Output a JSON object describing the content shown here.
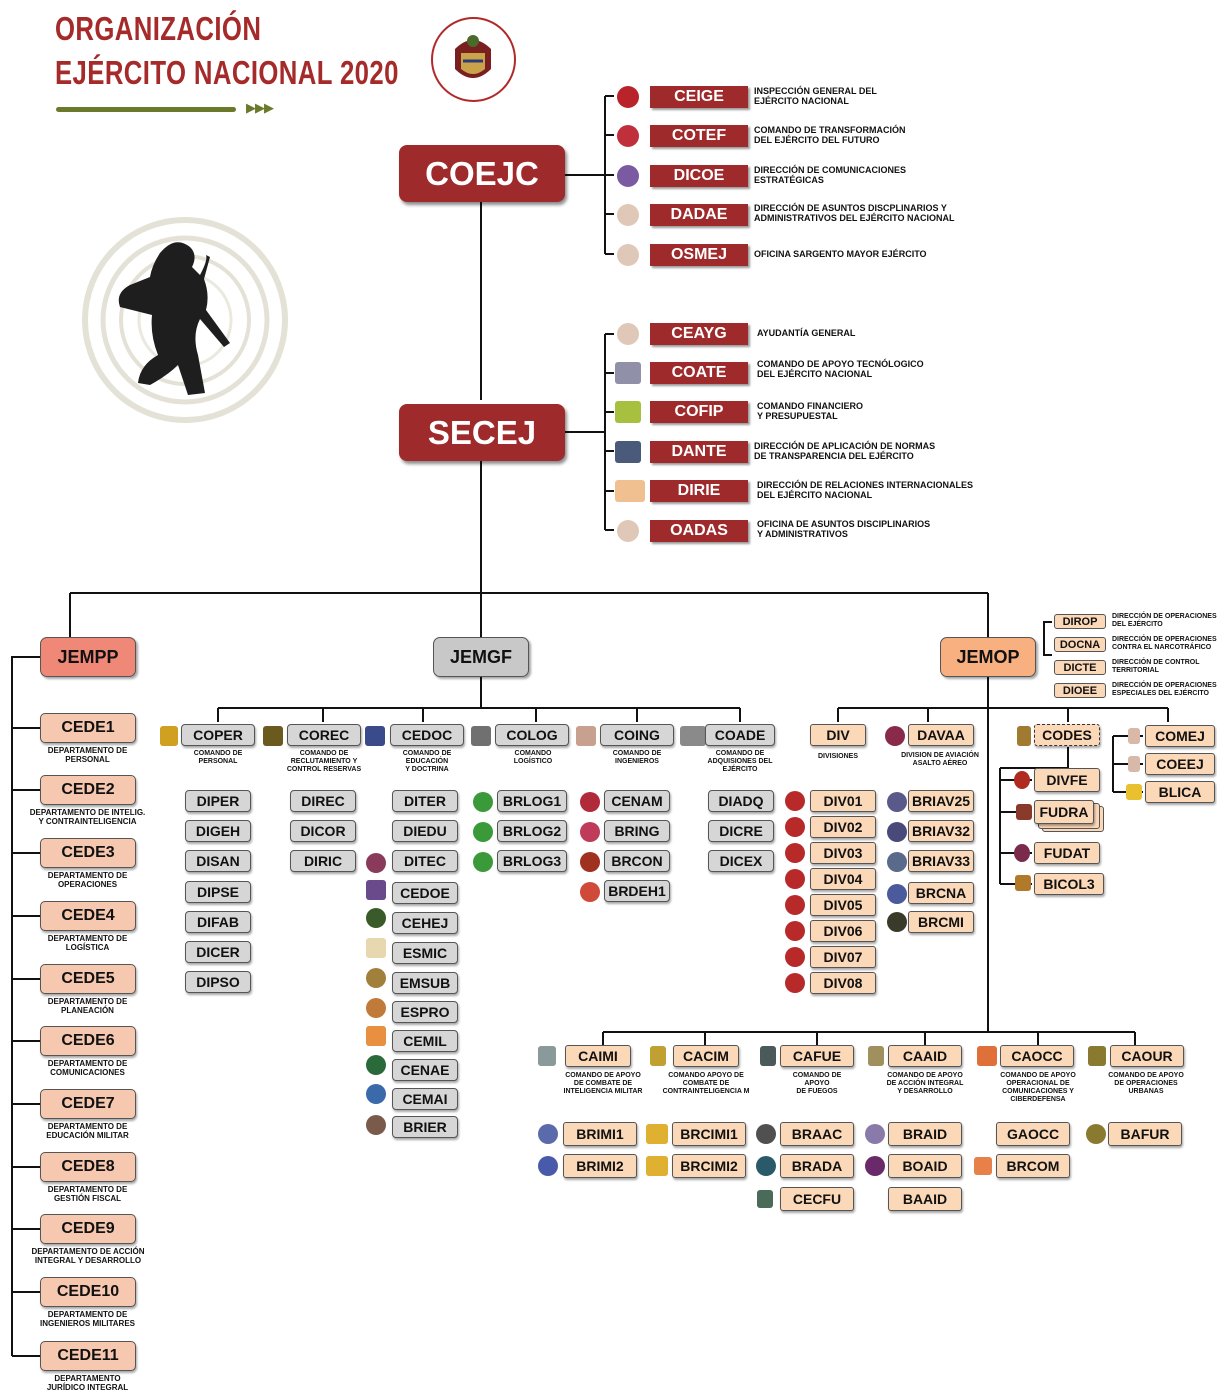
{
  "title": {
    "line1": "ORGANIZACIÓN",
    "line2": "EJÉRCITO NACIONAL 2020",
    "arrows": "▶▶▶"
  },
  "colors": {
    "title_red": "#a52a2a",
    "box_red": "#9e2a2b",
    "olive": "#6b7a2a",
    "salmon": "#f7c8b0",
    "peach": "#fbd8b8",
    "gray_box": "#d6d6d6",
    "jempp": "#f08878",
    "jemop": "#f8b080",
    "jemgf": "#c8c8c8"
  },
  "top": {
    "coejc": "COEJC",
    "secej": "SECEJ",
    "coejc_units": [
      {
        "code": "CEIGE",
        "desc1": "INSPECCIÓN GENERAL DEL",
        "desc2": "EJÉRCITO NACIONAL",
        "icon": "shield-icon"
      },
      {
        "code": "COTEF",
        "desc1": "COMANDO DE TRANSFORMACIÓN",
        "desc2": "DEL EJÉRCITO DEL FUTURO",
        "icon": "shield-icon"
      },
      {
        "code": "DICOE",
        "desc1": "DIRECCIÓN DE COMUNICACIONES",
        "desc2": "ESTRATÉGICAS",
        "icon": "emblem-icon"
      },
      {
        "code": "DADAE",
        "desc1": "DIRECCIÓN DE ASUNTOS DISCPLINARIOS Y",
        "desc2": "ADMINISTRATIVOS DEL EJÉRCITO NACIONAL",
        "icon": "crest-icon"
      },
      {
        "code": "OSMEJ",
        "desc1": "OFICINA SARGENTO MAYOR EJÉRCITO",
        "desc2": "",
        "icon": "crest-icon"
      }
    ],
    "secej_units": [
      {
        "code": "CEAYG",
        "desc1": "AYUDANTÍA GENERAL",
        "desc2": "",
        "icon": "crest-icon"
      },
      {
        "code": "COATE",
        "desc1": "COMANDO DE APOYO TECNÓLOGICO",
        "desc2": "DEL EJÉRCITO NACIONAL",
        "icon": "emblem-icon"
      },
      {
        "code": "COFIP",
        "desc1": "COMANDO FINANCIERO",
        "desc2": "Y PRESUPUESTAL",
        "icon": "emblem-icon"
      },
      {
        "code": "DANTE",
        "desc1": "DIRECCIÓN DE APLICACIÓN DE NORMAS",
        "desc2": "DE TRANSPARENCIA DEL EJÉRCITO",
        "icon": "emblem-icon"
      },
      {
        "code": "DIRIE",
        "desc1": "DIRECCIÓN DE RELACIONES INTERNACIONALES",
        "desc2": "DEL EJÉRCITO NACIONAL",
        "icon": "emblem-icon"
      },
      {
        "code": "OADAS",
        "desc1": "OFICINA DE ASUNTOS DISCIPLINARIOS",
        "desc2": "Y ADMINISTRATIVOS",
        "icon": "crest-icon"
      }
    ]
  },
  "jempp": {
    "label": "JEMPP",
    "items": [
      {
        "code": "CEDE1",
        "d1": "DEPARTAMENTO DE",
        "d2": "PERSONAL"
      },
      {
        "code": "CEDE2",
        "d1": "DEPARTAMENTO DE INTELIG.",
        "d2": "Y CONTRAINTELIGENCIA"
      },
      {
        "code": "CEDE3",
        "d1": "DEPARTAMENTO DE",
        "d2": "OPERACIONES"
      },
      {
        "code": "CEDE4",
        "d1": "DEPARTAMENTO DE",
        "d2": "LOGÍSTICA"
      },
      {
        "code": "CEDE5",
        "d1": "DEPARTAMENTO DE",
        "d2": "PLANEACIÓN"
      },
      {
        "code": "CEDE6",
        "d1": "DEPARTAMENTO DE",
        "d2": "COMUNICACIONES"
      },
      {
        "code": "CEDE7",
        "d1": "DEPARTAMENTO DE",
        "d2": "EDUCACIÓN MILITAR"
      },
      {
        "code": "CEDE8",
        "d1": "DEPARTAMENTO DE",
        "d2": "GESTIÓN FISCAL"
      },
      {
        "code": "CEDE9",
        "d1": "DEPARTAMENTO DE ACCIÓN",
        "d2": "INTEGRAL Y DESARROLLO"
      },
      {
        "code": "CEDE10",
        "d1": "DEPARTAMENTO DE",
        "d2": "INGENIEROS MILITARES"
      },
      {
        "code": "CEDE11",
        "d1": "DEPARTAMENTO",
        "d2": "JURÍDICO INTEGRAL"
      }
    ]
  },
  "jemgf": {
    "label": "JEMGF",
    "columns": [
      {
        "code": "COPER",
        "s1": "COMANDO DE",
        "s2": "PERSONAL",
        "s3": "",
        "s4": "",
        "items": [
          "DIPER",
          "DIGEH",
          "DISAN",
          "DIPSE",
          "DIFAB",
          "DICER",
          "DIPSO"
        ]
      },
      {
        "code": "COREC",
        "s1": "COMANDO DE",
        "s2": "RECLUTAMIENTO Y",
        "s3": "CONTROL RESERVAS",
        "s4": "",
        "items": [
          "DIREC",
          "DICOR",
          "DIRIC"
        ]
      },
      {
        "code": "CEDOC",
        "s1": "COMANDO DE",
        "s2": "EDUCACIÓN",
        "s3": "Y DOCTRINA",
        "s4": "",
        "items": [
          "DITER",
          "DIEDU",
          "DITEC",
          "CEDOE",
          "CEHEJ",
          "ESMIC",
          "EMSUB",
          "ESPRO",
          "CEMIL",
          "CENAE",
          "CEMAI",
          "BRIER"
        ]
      },
      {
        "code": "COLOG",
        "s1": "COMANDO",
        "s2": "LOGÍSTICO",
        "s3": "",
        "s4": "",
        "items": [
          "BRLOG1",
          "BRLOG2",
          "BRLOG3"
        ]
      },
      {
        "code": "COING",
        "s1": "COMANDO DE",
        "s2": "INGENIEROS",
        "s3": "",
        "s4": "",
        "items": [
          "CENAM",
          "BRING",
          "BRCON",
          "BRDEH1"
        ]
      },
      {
        "code": "COADE",
        "s1": "COMANDO DE",
        "s2": "ADQUISIONES DEL",
        "s3": "EJÉRCITO",
        "s4": "",
        "items": [
          "DIADQ",
          "DICRE",
          "DICEX"
        ]
      }
    ]
  },
  "jemop": {
    "label": "JEMOP",
    "side_list": [
      {
        "code": "DIROP",
        "d1": "DIRECCIÓN DE OPERACIONES",
        "d2": "DEL EJÉRCITO"
      },
      {
        "code": "DOCNA",
        "d1": "DIRECCIÓN DE OPERACIONES",
        "d2": "CONTRA EL NARCOTRÁFICO"
      },
      {
        "code": "DICTE",
        "d1": "DIRECCIÓN DE CONTROL",
        "d2": "TERRITORIAL"
      },
      {
        "code": "DIOEE",
        "d1": "DIRECCIÓN DE OPERACIONES",
        "d2": "ESPECIALES DEL EJÉRCITO"
      }
    ],
    "div": {
      "code": "DIV",
      "sub": "DIVISIONES",
      "items": [
        "DIV01",
        "DIV02",
        "DIV03",
        "DIV04",
        "DIV05",
        "DIV06",
        "DIV07",
        "DIV08"
      ]
    },
    "davaa": {
      "code": "DAVAA",
      "s1": "DIVISION DE AVIACIÓN",
      "s2": "ASALTO AÉREO",
      "items": [
        "BRIAV25",
        "BRIAV32",
        "BRIAV33",
        "BRCNA",
        "BRCMI"
      ]
    },
    "codes": {
      "code": "CODES",
      "items": [
        "DIVFE",
        "FUDRA",
        "FUDAT",
        "BICOL3"
      ]
    },
    "right": [
      "COMEJ",
      "COEEJ",
      "BLICA"
    ],
    "bottom": [
      {
        "code": "CAIMI",
        "s1": "COMANDO DE APOYO",
        "s2": "DE  COMBATE DE",
        "s3": "INTELIGENCIA MILITAR",
        "s4": "",
        "items": [
          "BRIMI1",
          "BRIMI2"
        ]
      },
      {
        "code": "CACIM",
        "s1": "COMANDO APOYO DE",
        "s2": "COMBATE DE",
        "s3": "CONTRAINTELIGENCIA M",
        "s4": "",
        "items": [
          "BRCIMI1",
          "BRCIMI2"
        ]
      },
      {
        "code": "CAFUE",
        "s1": "COMANDO DE",
        "s2": "APOYO",
        "s3": "DE FUEGOS",
        "s4": "",
        "items": [
          "BRAAC",
          "BRADA",
          "CECFU"
        ]
      },
      {
        "code": "CAAID",
        "s1": "COMANDO DE APOYO",
        "s2": "DE ACCIÓN INTEGRAL",
        "s3": "Y DESARROLLO",
        "s4": "",
        "items": [
          "BRAID",
          "BOAID",
          "BAAID"
        ]
      },
      {
        "code": "CAOCC",
        "s1": "COMANDO DE APOYO",
        "s2": "OPERACIONAL DE",
        "s3": "COMUNICACIONES Y",
        "s4": "CIBERDEFENSA",
        "items": [
          "GAOCC",
          "BRCOM"
        ]
      },
      {
        "code": "CAOUR",
        "s1": "COMANDO DE APOYO",
        "s2": "DE OPERACIONES",
        "s3": "URBANAS",
        "s4": "",
        "items": [
          "BAFUR"
        ]
      }
    ]
  }
}
